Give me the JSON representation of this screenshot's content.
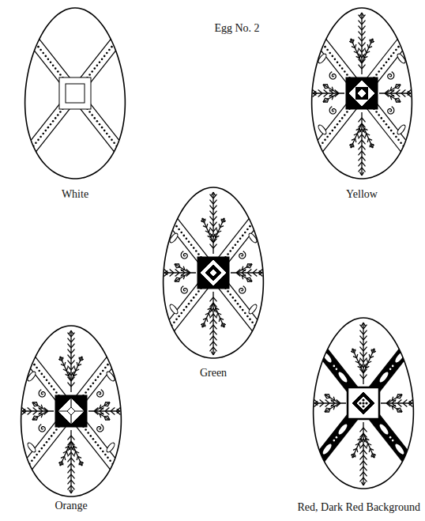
{
  "diagram": {
    "title": "Egg No. 2",
    "labels": [
      "White",
      "Yellow",
      "Green",
      "Orange",
      "Red, Dark Red Background"
    ]
  }
}
